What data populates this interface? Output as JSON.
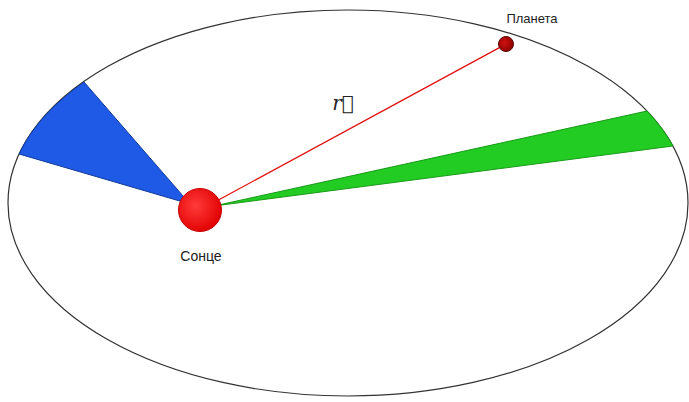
{
  "diagram": {
    "nodes": [
      {
        "text": [
          "Планета"
        ]
      },
      {
        "text": [
          "Сонце"
        ]
      }
    ],
    "edges": [
      {
        "from": 1,
        "to": 0,
        "arrow": "none",
        "label": "r⃗"
      }
    ]
  }
}
